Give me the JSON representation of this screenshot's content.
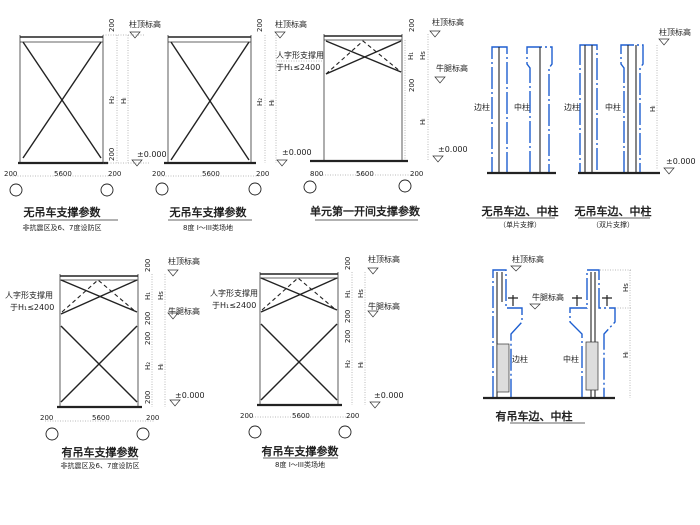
{
  "labels": {
    "column_top_elevation": "柱顶标高",
    "corbel_elevation": "牛腿标高",
    "zero_elevation": "±0.000",
    "dim_200": "200",
    "dim_5600": "5600",
    "dim_800": "800",
    "h1": "H₁",
    "h2": "H₂",
    "hs": "Hs",
    "hl": "Hₗ",
    "chevron_note_1": "人字形支撑用",
    "chevron_note_2": "于H₁≤2400",
    "edge_column": "边柱",
    "middle_column": "中柱"
  },
  "panels": [
    {
      "title": "无吊车支撑参数",
      "subtitle": "非抗震区及6、7度设防区"
    },
    {
      "title": "无吊车支撑参数",
      "subtitle": "8度 I～III类场地"
    },
    {
      "title": "单元第一开间支撑参数"
    },
    {
      "title": "无吊车边、中柱",
      "subtitle": "（单片支撑）"
    },
    {
      "title": "无吊车边、中柱",
      "subtitle": "（双片支撑）"
    },
    {
      "title": "有吊车支撑参数",
      "subtitle": "非抗震区及6、7度设防区"
    },
    {
      "title": "有吊车支撑参数",
      "subtitle": "8度 I～III类场地"
    },
    {
      "title": "有吊车边、中柱"
    }
  ],
  "colors": {
    "column_outline": "#1e5fd0",
    "line": "#222222"
  }
}
